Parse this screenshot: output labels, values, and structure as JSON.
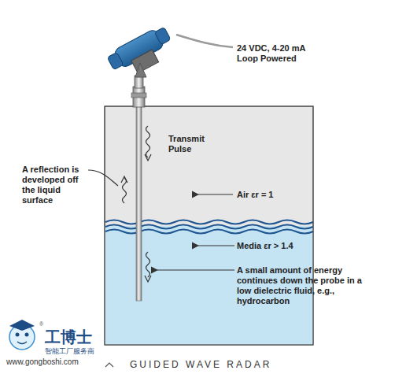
{
  "diagram": {
    "labels": [
      "24 VDC, 4-20 mA Loop Powered",
      "Transmit Pulse",
      "A reflection is developed off the liquid surface",
      "Air εr = 1",
      "Media εr > 1.4",
      "A small amount of energy continues down the probe in a low dielectric fluid, e.g., hydrocarbon",
      "®",
      "工博士",
      "智能工厂服务商",
      "www.gongboshi.com",
      "GUIDED WAVE RADAR"
    ]
  }
}
